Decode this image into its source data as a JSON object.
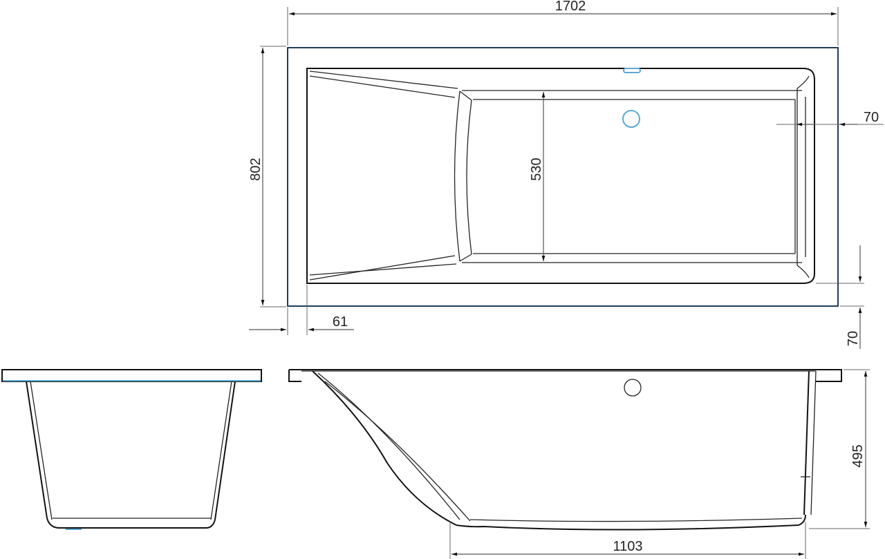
{
  "drawing": {
    "subject": "Rectangular bathtub technical drawing",
    "units": "mm",
    "views": [
      "top-view",
      "end-view",
      "side-view"
    ],
    "colors": {
      "line": "#111111",
      "outer_frame": "#1f3d5a",
      "accent": "#5aa9d6",
      "dimension": "#555555"
    }
  },
  "dimensions": {
    "overall_length": "1702",
    "overall_width": "802",
    "inner_width": "530",
    "rim_right": "70",
    "rim_bottom": "70",
    "rim_left": "61",
    "height": "495",
    "bottom_length": "1103"
  }
}
